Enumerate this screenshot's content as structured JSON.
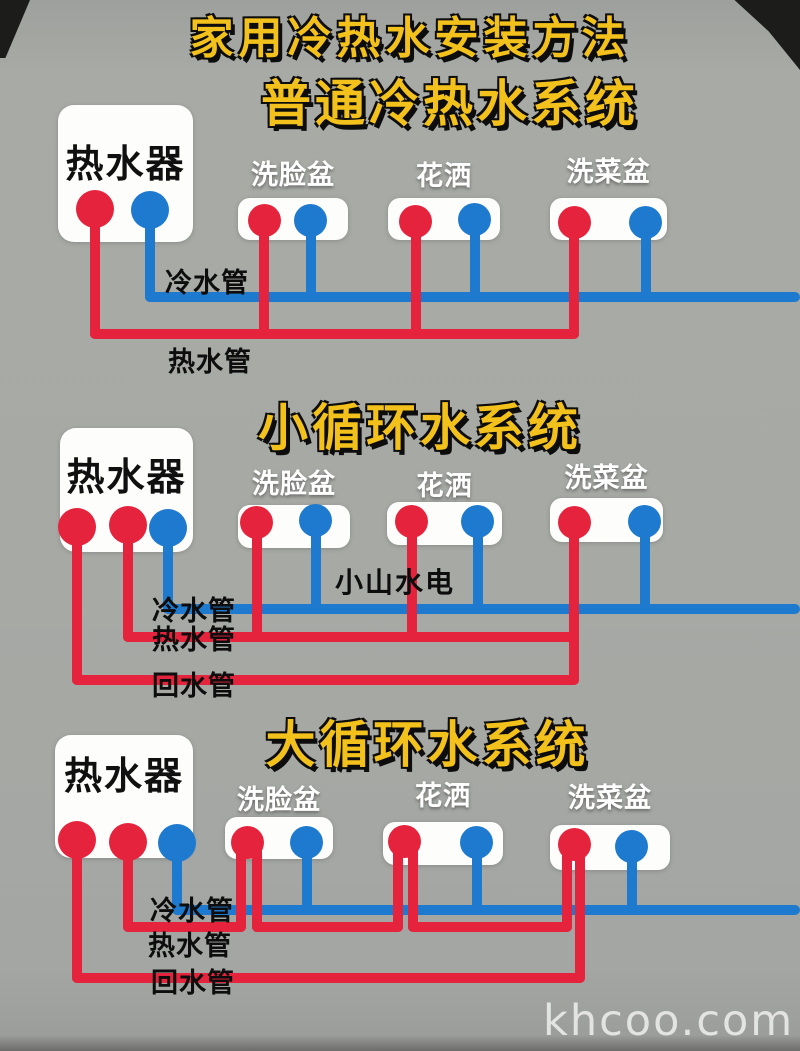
{
  "title": "家用冷热水安装方法",
  "watermark": "小山水电",
  "site_watermark": "khcoo.com",
  "labels": {
    "heater": "热水器",
    "cold_pipe": "冷水管",
    "hot_pipe": "热水管",
    "return_pipe": "回水管"
  },
  "systems": [
    {
      "title": "普通冷热水系统",
      "fixtures": [
        "洗脸盆",
        "花洒",
        "洗菜盆"
      ],
      "pipes": [
        "冷水管",
        "热水管"
      ]
    },
    {
      "title": "小循环水系统",
      "fixtures": [
        "洗脸盆",
        "花洒",
        "洗菜盆"
      ],
      "pipes": [
        "冷水管",
        "热水管",
        "回水管"
      ]
    },
    {
      "title": "大循环水系统",
      "fixtures": [
        "洗脸盆",
        "花洒",
        "洗菜盆"
      ],
      "pipes": [
        "冷水管",
        "热水管",
        "回水管"
      ]
    }
  ],
  "colors": {
    "hot_pipe": "#e6233d",
    "cold_pipe": "#1e7ace",
    "title_text": "#f3c11c",
    "box": "#fdfdfb",
    "background": "#a7a9a5"
  }
}
